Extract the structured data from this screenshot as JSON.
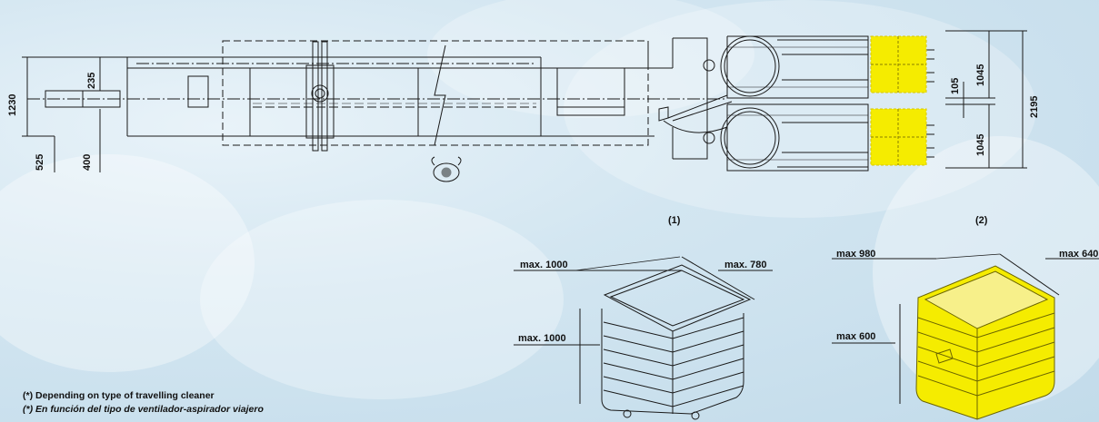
{
  "dimensions": {
    "d1230": "1230",
    "d235": "235",
    "d525": "525",
    "d400": "400",
    "d1045_top": "1045",
    "d105": "105",
    "d2195": "2195",
    "d1045_bottom": "1045"
  },
  "containers": {
    "c1": {
      "number": "(1)",
      "width": "max. 1000",
      "depth": "max. 780",
      "height": "max. 1000"
    },
    "c2": {
      "number": "(2)",
      "width": "max 980",
      "depth": "max 640",
      "height": "max 600",
      "color": "#f5ec00"
    }
  },
  "notes": {
    "english": "(*) Depending on type of travelling cleaner",
    "spanish": "(*) En función del tipo de ventilador-aspirador viajero"
  },
  "colors": {
    "line": "#1a1a1a",
    "highlight": "#f5ec00"
  }
}
